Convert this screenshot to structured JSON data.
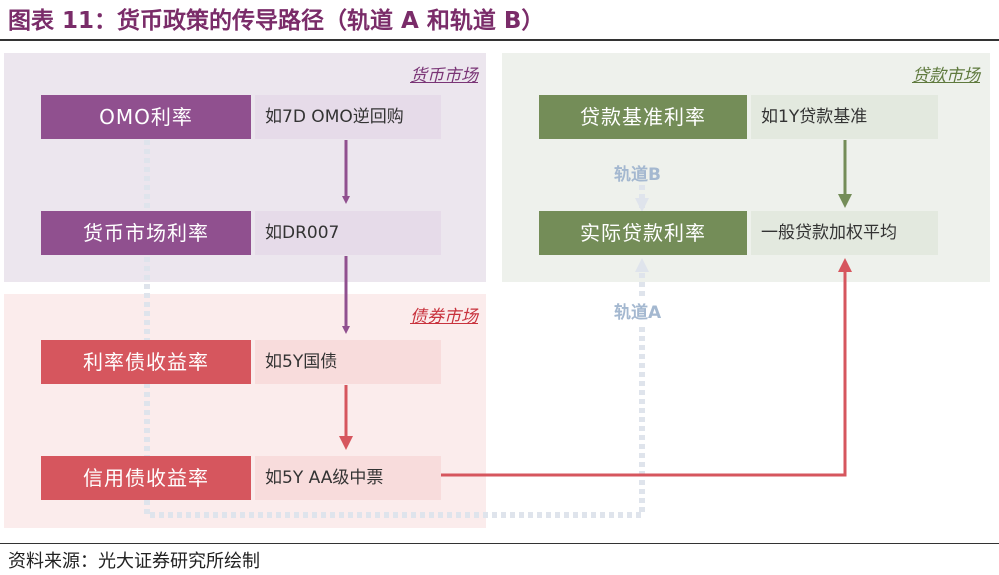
{
  "title": "图表 11：货币政策的传导路径（轨道 A 和轨道 B）",
  "regions": {
    "money_market": "货币市场",
    "bond_market": "债券市场",
    "loan_market": "贷款市场"
  },
  "nodes": {
    "omo": {
      "name": "OMO利率",
      "example": "如7D OMO逆回购"
    },
    "money_rate": {
      "name": "货币市场利率",
      "example": "如DR007"
    },
    "bond_yield": {
      "name": "利率债收益率",
      "example": "如5Y国债"
    },
    "credit_yield": {
      "name": "信用债收益率",
      "example": "如5Y AA级中票"
    },
    "loan_benchmark": {
      "name": "贷款基准利率",
      "example": "如1Y贷款基准"
    },
    "actual_loan": {
      "name": "实际贷款利率",
      "example": "一般贷款加权平均"
    }
  },
  "tracks": {
    "a": "轨道A",
    "b": "轨道B"
  },
  "colors": {
    "purple": "#90508f",
    "red": "#d6565e",
    "green": "#748d58",
    "track_dotted": "#dfe4ec"
  },
  "source": "资料来源：光大证券研究所绘制"
}
